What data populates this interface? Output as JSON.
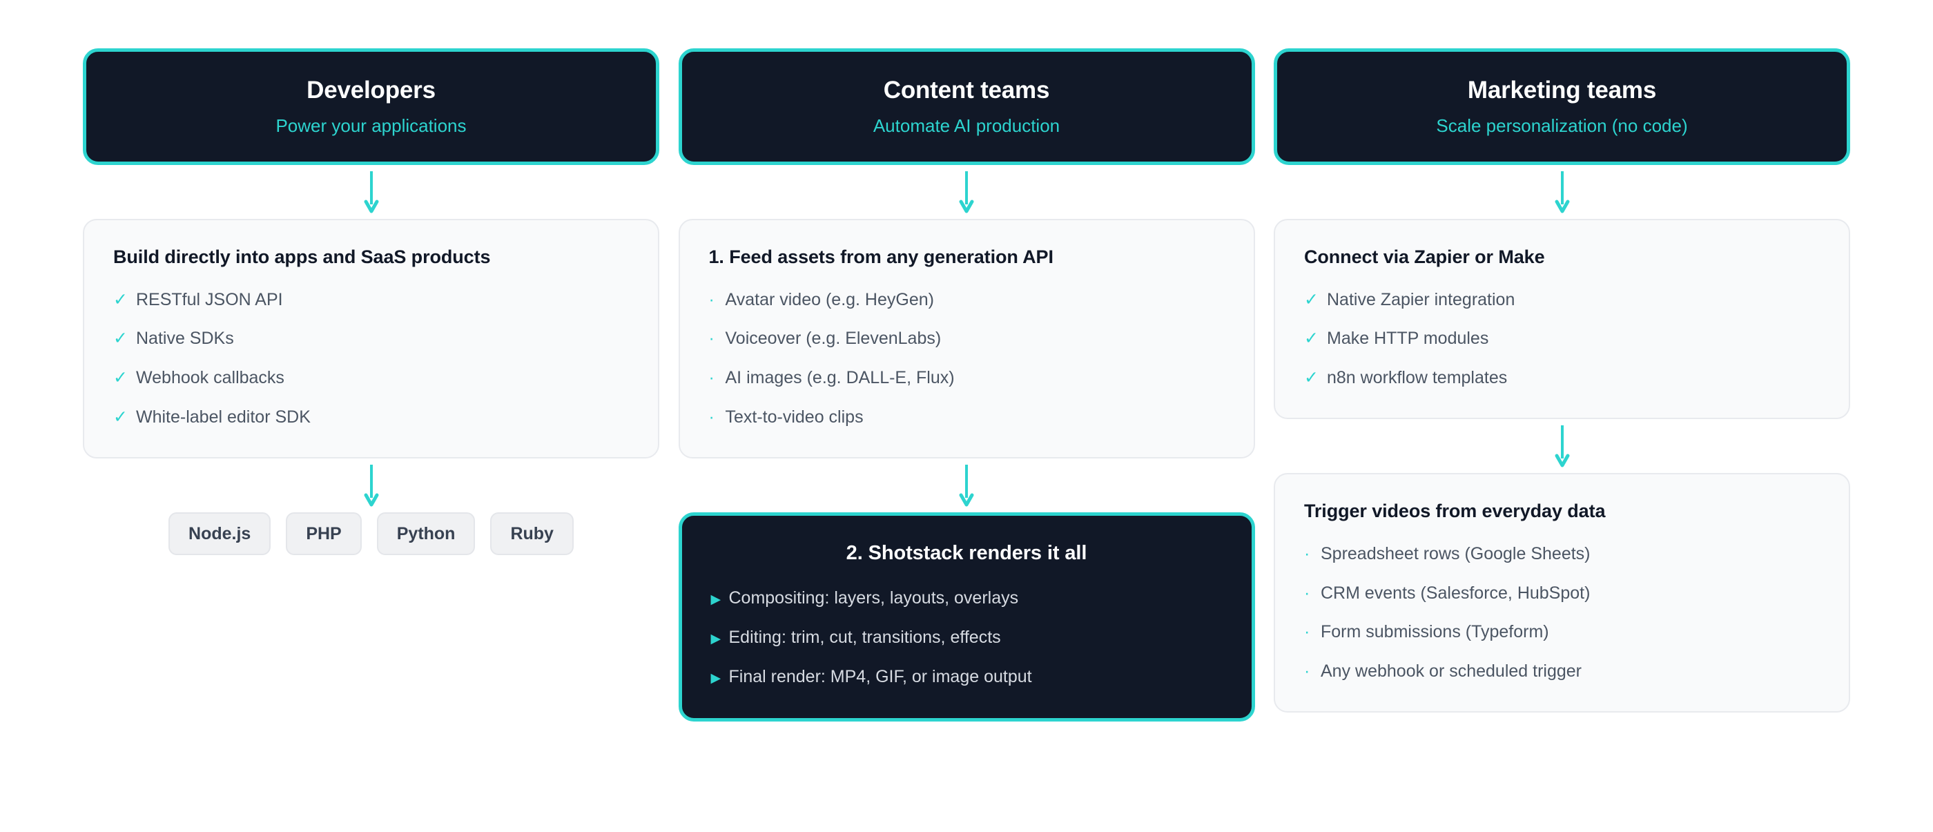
{
  "theme": {
    "accent": "#2dd4cf",
    "dark_card_bg": "#111827",
    "light_card_bg": "#f9fafb",
    "light_card_border": "#e8eaee",
    "heading_color": "#111827",
    "body_text_color": "#4b5563",
    "page_bg": "#ffffff"
  },
  "columns": [
    {
      "id": "developers",
      "header": {
        "title": "Developers",
        "subtitle": "Power your applications"
      },
      "panel": {
        "heading": "Build directly into apps and SaaS products",
        "bullet_style": "check",
        "bullet_glyph": "✓",
        "items": [
          "RESTful JSON API",
          "Native SDKs",
          "Webhook callbacks",
          "White-label editor SDK"
        ]
      },
      "badges": [
        "Node.js",
        "PHP",
        "Python",
        "Ruby"
      ]
    },
    {
      "id": "content-teams",
      "header": {
        "title": "Content teams",
        "subtitle": "Automate AI production"
      },
      "panel": {
        "heading": "1. Feed assets from any generation API",
        "bullet_style": "dot",
        "bullet_glyph": "·",
        "items": [
          "Avatar video (e.g. HeyGen)",
          "Voiceover (e.g. ElevenLabs)",
          "AI images (e.g. DALL-E, Flux)",
          "Text-to-video clips"
        ]
      },
      "render_panel": {
        "heading": "2. Shotstack renders it all",
        "bullet_style": "triangle",
        "bullet_glyph": "▶",
        "items": [
          "Compositing: layers, layouts, overlays",
          "Editing: trim, cut, transitions, effects",
          "Final render: MP4, GIF, or image output"
        ]
      }
    },
    {
      "id": "marketing-teams",
      "header": {
        "title": "Marketing teams",
        "subtitle": "Scale personalization (no code)"
      },
      "panel": {
        "heading": "Connect via Zapier or Make",
        "bullet_style": "check",
        "bullet_glyph": "✓",
        "items": [
          "Native Zapier integration",
          "Make HTTP modules",
          "n8n workflow templates"
        ]
      },
      "panel2": {
        "heading": "Trigger videos from everyday data",
        "bullet_style": "dot",
        "bullet_glyph": "·",
        "items": [
          "Spreadsheet rows (Google Sheets)",
          "CRM events (Salesforce, HubSpot)",
          "Form submissions (Typeform)",
          "Any webhook or scheduled trigger"
        ]
      }
    }
  ]
}
